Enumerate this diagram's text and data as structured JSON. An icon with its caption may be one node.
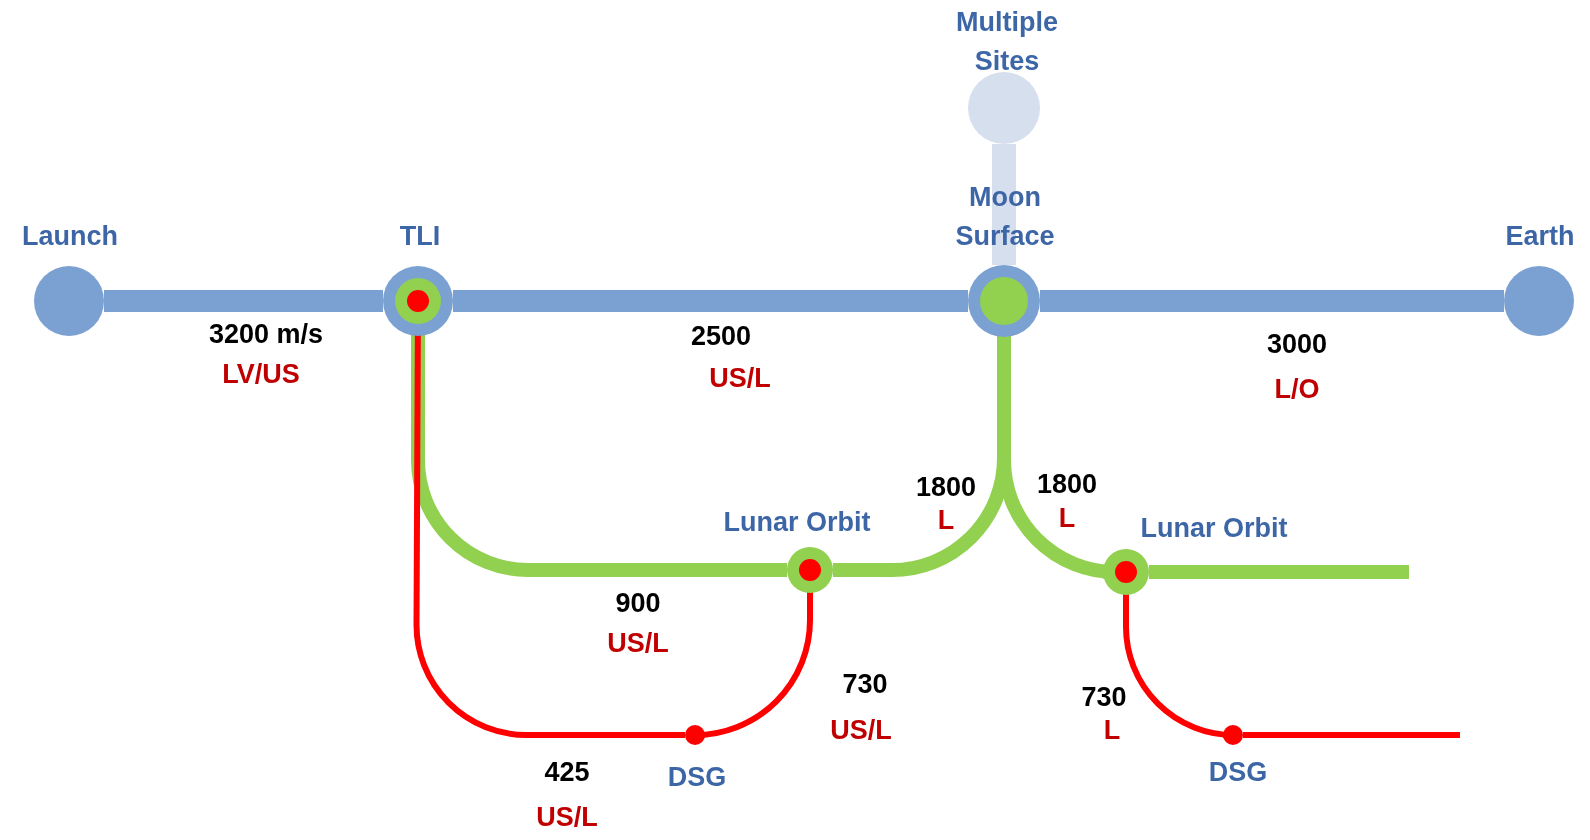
{
  "diagram": {
    "nodes": [
      {
        "text": [
          "Launch"
        ]
      },
      {
        "text": [
          "TLI"
        ]
      },
      {
        "text": [
          "Multiple Sites"
        ]
      },
      {
        "text": [
          "Moon Surface"
        ]
      },
      {
        "text": [
          "Earth"
        ]
      },
      {
        "text": [
          "Lunar Orbit"
        ]
      },
      {
        "text": [
          "Lunar Orbit"
        ]
      },
      {
        "text": [
          "DSG"
        ]
      },
      {
        "text": [
          "DSG"
        ]
      }
    ],
    "edges": [
      {
        "from": 0,
        "to": 1,
        "arrow": "none",
        "label": "3200 m/s LV/US",
        "color": "#7ba0d2"
      },
      {
        "from": 1,
        "to": 3,
        "arrow": "none",
        "label": "2500 US/L",
        "color": "#7ba0d2"
      },
      {
        "from": 3,
        "to": 4,
        "arrow": "none",
        "label": "3000 L/O",
        "color": "#7ba0d2"
      },
      {
        "from": 2,
        "to": 3,
        "arrow": "none",
        "color": "#d6dfee"
      },
      {
        "from": 1,
        "to": 5,
        "arrow": "none",
        "label": "900 US/L",
        "color": "#92d050"
      },
      {
        "from": 5,
        "to": 3,
        "arrow": "none",
        "label": "1800 L",
        "color": "#92d050"
      },
      {
        "from": 3,
        "to": 6,
        "arrow": "none",
        "label": "1800 L",
        "color": "#92d050"
      },
      {
        "from": 6,
        "to": null,
        "arrow": "none",
        "color": "#92d050"
      },
      {
        "from": 1,
        "to": 7,
        "arrow": "none",
        "label": "425 US/L",
        "color": "#ff0000"
      },
      {
        "from": 7,
        "to": 5,
        "arrow": "none",
        "label": "730 US/L",
        "color": "#ff0000"
      },
      {
        "from": 6,
        "to": 8,
        "arrow": "none",
        "label": "730 L",
        "color": "#ff0000"
      },
      {
        "from": 8,
        "to": null,
        "arrow": "none",
        "color": "#ff0000"
      }
    ]
  }
}
